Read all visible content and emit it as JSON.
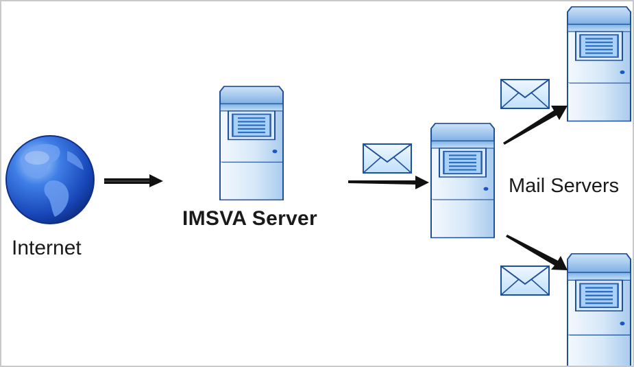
{
  "labels": {
    "internet": "Internet",
    "imsva_server": "IMSVA Server",
    "mail_servers": "Mail Servers"
  },
  "icons": [
    "globe-icon",
    "server-icon",
    "envelope-icon",
    "arrow-icon"
  ],
  "colors": {
    "server_body_light": "#e6f1fb",
    "server_body_dark": "#9cc4ec",
    "server_outline": "#1f4f9a",
    "screen_blue": "#2e6fc6",
    "globe_blue": "#1b52c2",
    "envelope_fill": "#dbeeff",
    "arrow": "#111111"
  }
}
